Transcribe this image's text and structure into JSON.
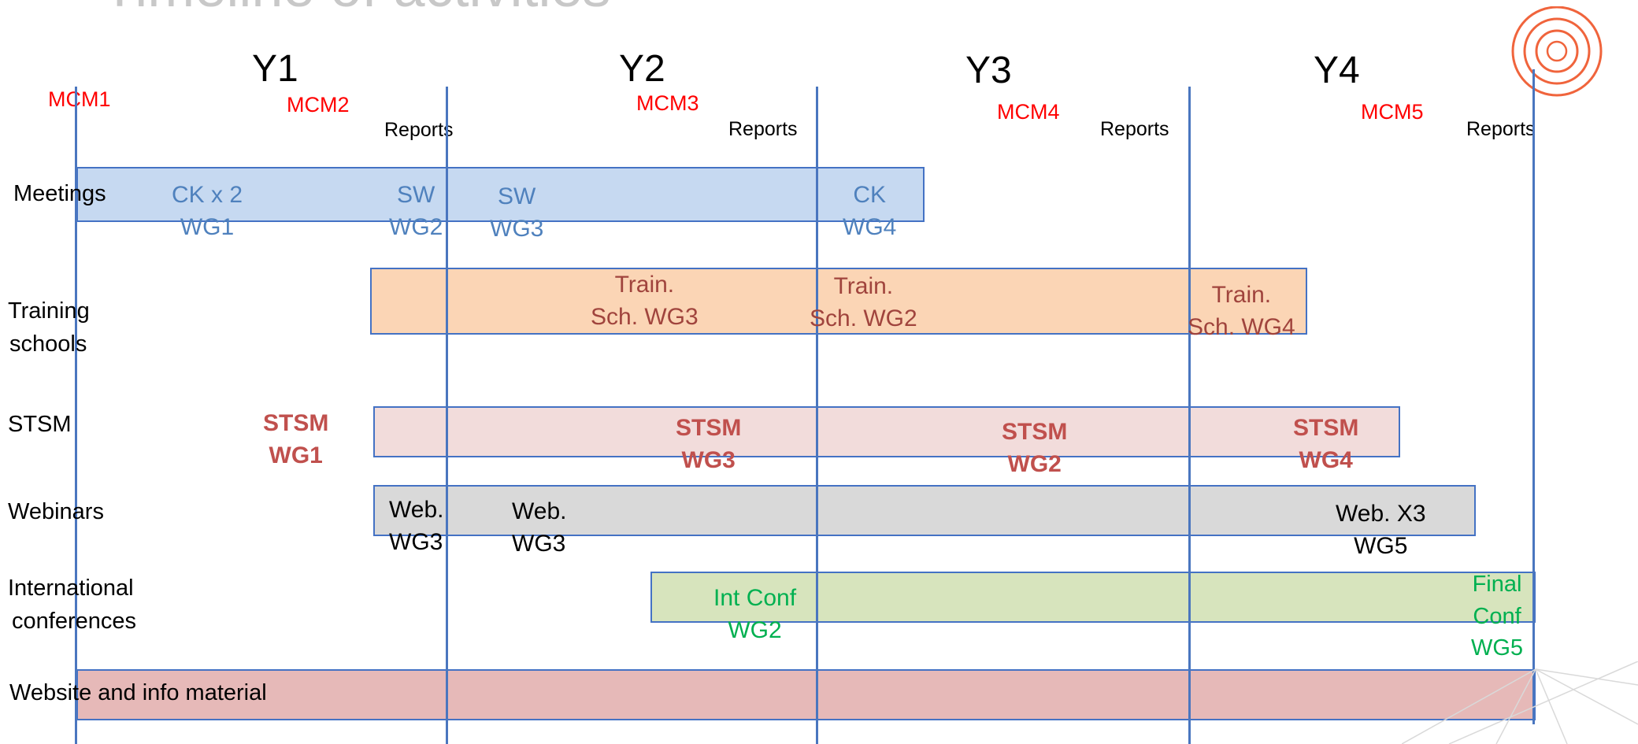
{
  "title": "Timeline of activities",
  "years": [
    "Y1",
    "Y2",
    "Y3",
    "Y4"
  ],
  "mcms": [
    "MCM1",
    "MCM2",
    "MCM3",
    "MCM4",
    "MCM5"
  ],
  "reports_label": "Reports",
  "rows": {
    "meetings": "Meetings",
    "training": [
      "Training",
      "schools"
    ],
    "stsm": "STSM",
    "webinars": "Webinars",
    "conferences": [
      "International",
      "conferences"
    ],
    "website": "Website and info material"
  },
  "labels": {
    "meetings": [
      [
        "CK x 2",
        "WG1"
      ],
      [
        "SW",
        "WG2"
      ],
      [
        "SW",
        "WG3"
      ],
      [
        "CK",
        "WG4"
      ]
    ],
    "training": [
      [
        "Train.",
        "Sch. WG3"
      ],
      [
        "Train.",
        "Sch. WG2"
      ],
      [
        "Train.",
        "Sch. WG4"
      ]
    ],
    "stsm": [
      [
        "STSM",
        "WG1"
      ],
      [
        "STSM",
        "WG3"
      ],
      [
        "STSM",
        "WG2"
      ],
      [
        "STSM",
        "WG4"
      ]
    ],
    "webinars": [
      [
        "Web.",
        "WG3"
      ],
      [
        "Web.",
        "WG3"
      ],
      [
        "Web. X3",
        "WG5"
      ]
    ],
    "conferences": [
      [
        "Int Conf",
        "WG2"
      ],
      [
        "Final",
        "Conf",
        "WG5"
      ]
    ]
  },
  "colors": {
    "meetings_fill": "#c6d9f1",
    "training_fill": "#fbd5b5",
    "stsm_fill": "#f2dcdb",
    "webinars_fill": "#d9d9d9",
    "conferences_fill": "#d7e4bd",
    "website_fill": "#e6b9b8",
    "mcm": "#ff0000",
    "lines": "#4a76bf",
    "logo": "#f0643c"
  },
  "icons": [
    "concentric-circles-logo-icon"
  ]
}
